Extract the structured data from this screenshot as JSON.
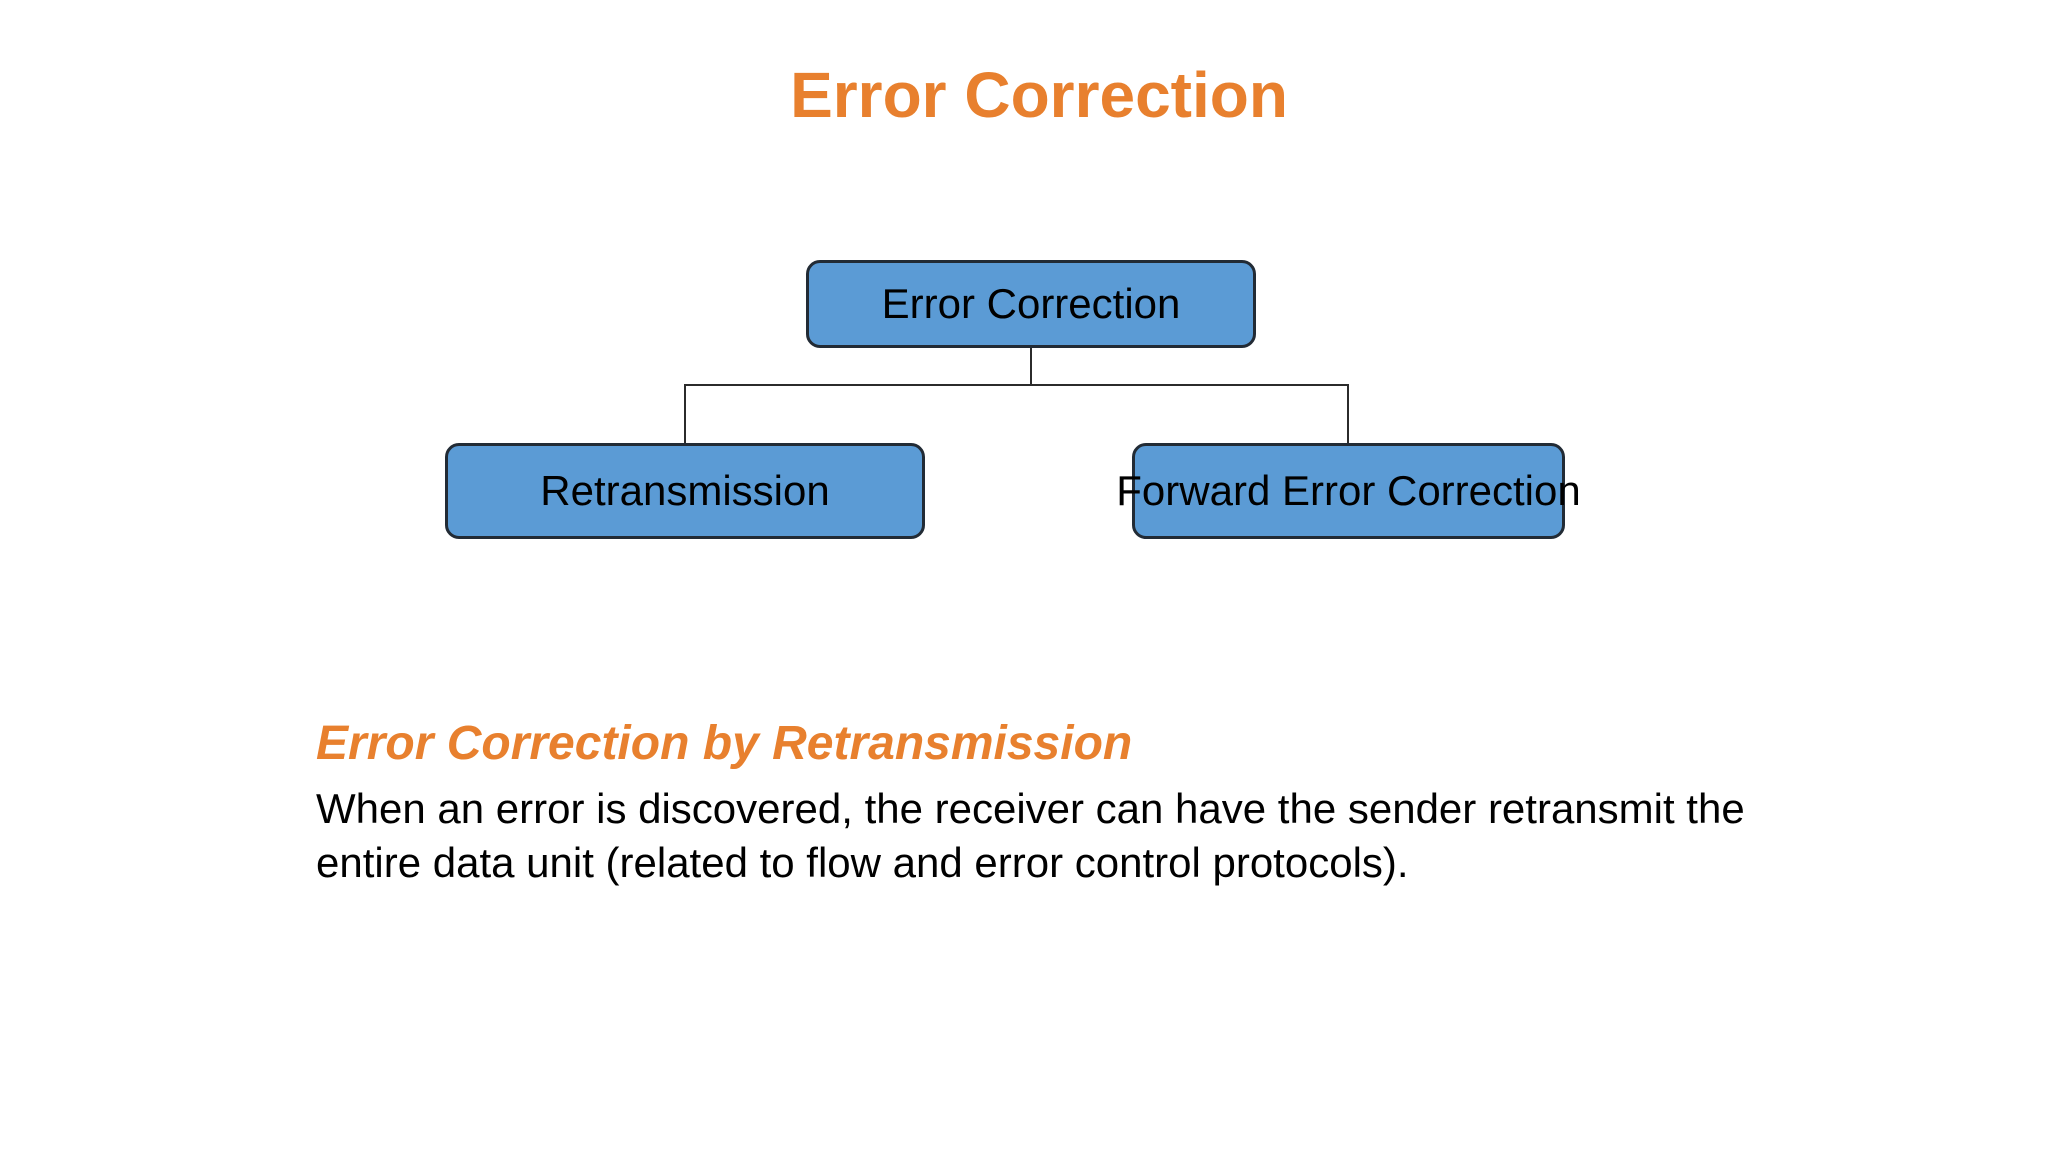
{
  "slide": {
    "title": "Error Correction",
    "colors": {
      "accent_orange": "#E8802E",
      "node_fill": "#5B9BD5",
      "node_border": "#222B35",
      "connector": "#2B2B2B",
      "body_text": "#000000",
      "background": "#FFFFFF"
    },
    "diagram": {
      "type": "tree",
      "root": {
        "label": "Error Correction"
      },
      "children": [
        {
          "label": "Retransmission"
        },
        {
          "label": "Forward Error Correction"
        }
      ]
    },
    "section": {
      "heading": "Error Correction by Retransmission",
      "body_lines": [
        "When an error is discovered, the receiver can have the sender retransmit the",
        "entire data unit (related to flow and error control protocols)."
      ]
    }
  }
}
